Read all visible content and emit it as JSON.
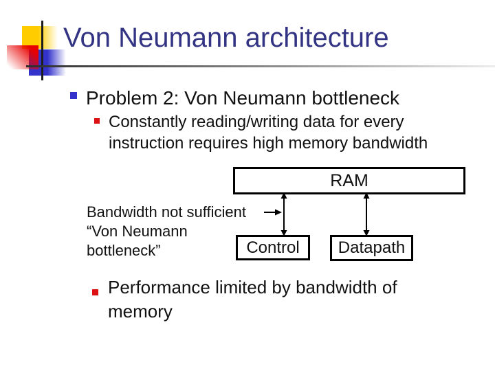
{
  "slide": {
    "title": "Von Neumann architecture",
    "bullets": [
      {
        "level": 1,
        "text": "Problem 2: Von Neumann bottleneck"
      },
      {
        "level": 2,
        "text": "Constantly reading/writing data for every instruction requires high memory bandwidth"
      },
      {
        "level": 1,
        "text": "Performance limited by bandwidth of memory"
      }
    ],
    "diagram": {
      "ram_label": "RAM",
      "control_label": "Control",
      "datapath_label": "Datapath",
      "annotation": {
        "line1": "Bandwidth not sufficient",
        "line2": "“Von Neumann",
        "line3": "bottleneck”"
      }
    },
    "colors": {
      "title_text": "#333384",
      "level1_bullet": "#3333CC",
      "level2_bullet": "#DD1111",
      "logo_yellow": "#FFCC00",
      "logo_blue": "#3333CC",
      "logo_red": "#E80000",
      "diagram_line": "#000000",
      "background": "#FFFFFF"
    }
  }
}
